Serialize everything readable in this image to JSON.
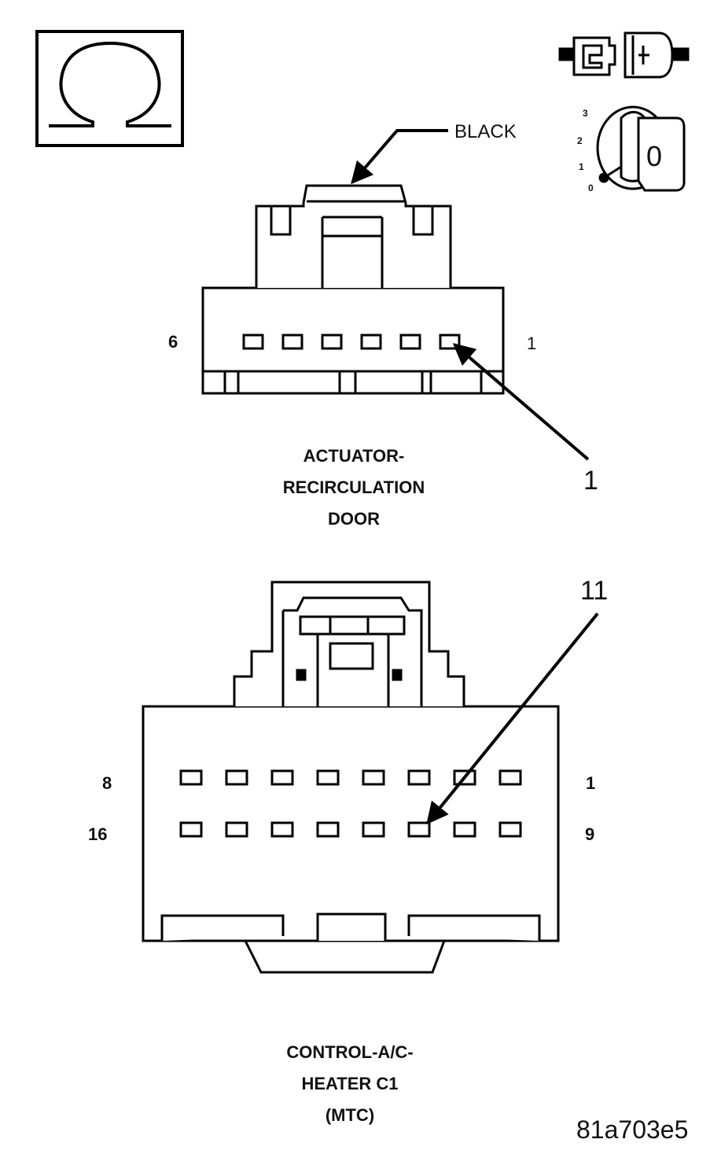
{
  "figure_id": "81a703e5",
  "icons": {
    "ohm": "ohmmeter-icon",
    "connector": "disconnected-connector-icon",
    "ignition": "ignition-key-off-icon"
  },
  "ignition": {
    "positions": [
      "3",
      "2",
      "1",
      "0"
    ],
    "key_label": "0"
  },
  "connector_top": {
    "color_label": "BLACK",
    "pin_left": "6",
    "pin_right": "1",
    "pin_count": 6,
    "callout": "1",
    "title_lines": [
      "ACTUATOR-",
      "RECIRCULATION",
      "DOOR"
    ]
  },
  "connector_bottom": {
    "row1_left": "8",
    "row1_right": "1",
    "row2_left": "16",
    "row2_right": "9",
    "pins_per_row": 8,
    "callout": "11",
    "title_lines": [
      "CONTROL-A/C-",
      "HEATER C1",
      "(MTC)"
    ]
  },
  "colors": {
    "line": "#000000",
    "text": "#111111"
  }
}
